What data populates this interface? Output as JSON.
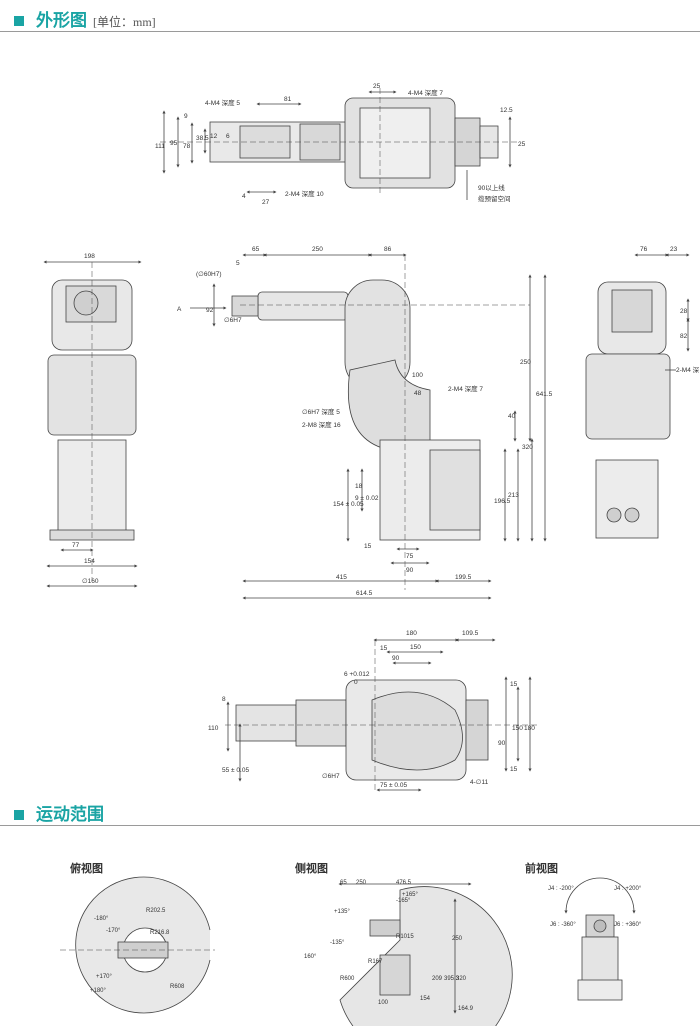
{
  "section1": {
    "title": "外形图",
    "unit": "[单位：mm]"
  },
  "section2": {
    "title": "运动范围"
  },
  "top_view_dims": [
    "4-M4 深度 5",
    "81",
    "25",
    "4-M4 深度 7",
    "9",
    "12.5",
    "95",
    "111",
    "78",
    "38.5",
    "12",
    "6",
    "25",
    "4",
    "27",
    "2-M4 深度 10",
    "90以上线",
    "缆预留空间"
  ],
  "side_view_dims": [
    "65",
    "250",
    "86",
    "5",
    "(∅60H7)",
    "A",
    "92",
    "∅6H7",
    "250",
    "641.5",
    "100",
    "48",
    "2-M4 深度 7",
    "∅6H7 深度 5",
    "2-M8 深度 16",
    "40",
    "18",
    "9 ± 0.02",
    "154 ± 0.05",
    "196.5",
    "213",
    "320",
    "15",
    "75",
    "90",
    "415",
    "199.5",
    "614.5"
  ],
  "left_view_dims": [
    "198",
    "77",
    "154",
    "∅160"
  ],
  "right_view_dims": [
    "76",
    "23",
    "28",
    "82",
    "2-M4 深"
  ],
  "bottom_view_dims": [
    "180",
    "109.5",
    "15",
    "150",
    "90",
    "6 +0.012",
    "0",
    "8",
    "110",
    "15",
    "90",
    "150",
    "180",
    "15",
    "55 ± 0.05",
    "∅6H7",
    "75 ± 0.05",
    "4-∅11"
  ],
  "motion": {
    "top_label": "俯视图",
    "side_label": "侧视图",
    "front_label": "前视图",
    "top_dims": [
      "-180°",
      "-170°",
      "R202.5",
      "R216.8",
      "R608",
      "+170°",
      "+180°"
    ],
    "side_dims": [
      "65",
      "250",
      "476.5",
      "+135°",
      "-135°",
      "-165°",
      "+165°",
      "R1015",
      "R167",
      "R600",
      "160°",
      "250",
      "209",
      "395.3",
      "320",
      "154",
      "100",
      "164.9"
    ],
    "front_dims": [
      "J4 : -200°",
      "J4 : +200°",
      "J6 : -360°",
      "J6 : +360°"
    ]
  }
}
